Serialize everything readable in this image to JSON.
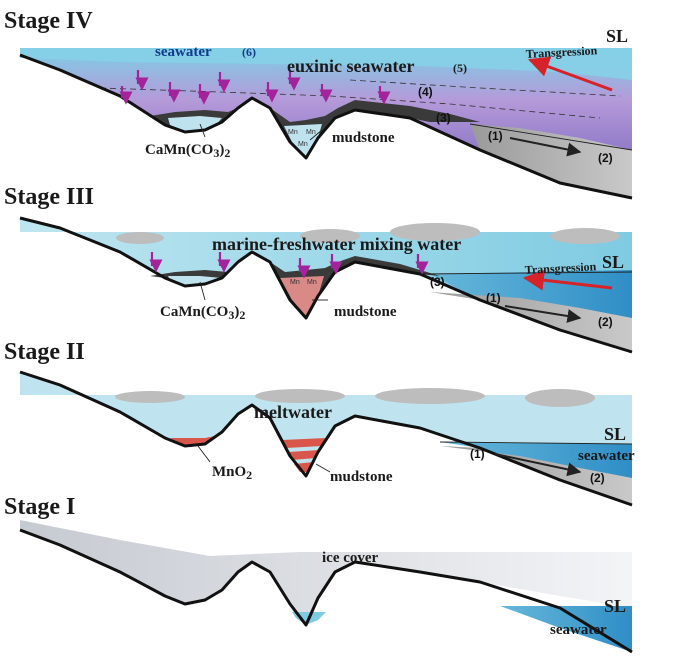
{
  "stages": {
    "stage4": {
      "title": "Stage IV",
      "labels": {
        "seawater": "seawater",
        "seawater_num": "(6)",
        "euxinic": "euxinic seawater",
        "euxinic_num": "(5)",
        "sl": "SL",
        "transgression": "Transgression",
        "n1": "(1)",
        "n2": "(2)",
        "n3": "(3)",
        "n4": "(4)",
        "mineral": "CaMn(CO",
        "mineral_sub": "3",
        "mineral_tail": ")",
        "mineral_sub2": "2",
        "mudstone": "mudstone",
        "mn": "Mn"
      }
    },
    "stage3": {
      "title": "Stage III",
      "labels": {
        "mixing": "marine-freshwater mixing water",
        "sl": "SL",
        "transgression": "Transgression",
        "n1": "(1)",
        "n2": "(2)",
        "n3": "(3)",
        "mineral": "CaMn(CO",
        "mineral_sub": "3",
        "mineral_tail": ")",
        "mineral_sub2": "2",
        "mudstone": "mudstone",
        "mn": "Mn"
      }
    },
    "stage2": {
      "title": "Stage II",
      "labels": {
        "meltwater": "meltwater",
        "sl": "SL",
        "seawater": "seawater",
        "n1": "(1)",
        "n2": "(2)",
        "mno2": "MnO",
        "mno2_sub": "2",
        "mudstone": "mudstone"
      }
    },
    "stage1": {
      "title": "Stage I",
      "labels": {
        "ice": "ice cover",
        "sl": "SL",
        "seawater": "seawater"
      }
    }
  },
  "colors": {
    "seawater": "#8fd3e8",
    "euxinic": "#a78ad6",
    "mixing_water": "#b7e2ee",
    "meltwater": "#bfe4ef",
    "ice": "#d2d5da",
    "clouds": "#bdbdbd",
    "black_shale": "#3a3a3a",
    "grey_sediment": "#8f8f8f",
    "mno2": "#d9564a",
    "arrow_purple": "#a3239a",
    "transgression_red": "#d6232a"
  }
}
